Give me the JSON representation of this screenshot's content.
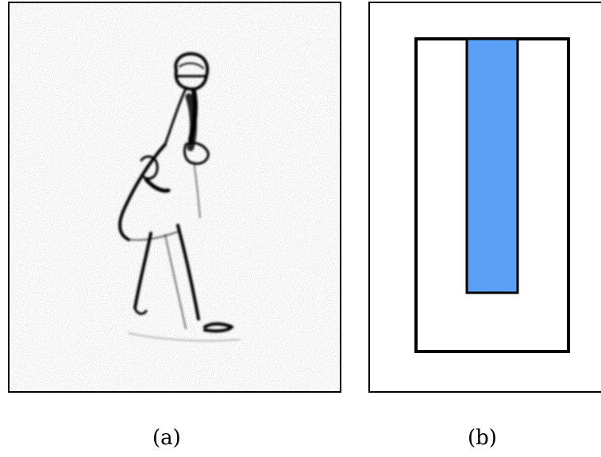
{
  "figure": {
    "panel_a": {
      "caption": "(a)",
      "image": "edge-map-of-walking-person"
    },
    "panel_b": {
      "caption": "(b)"
    },
    "colors": {
      "filled_rect": "#5aa0f7",
      "stroke": "#000000",
      "background": "#ffffff"
    }
  }
}
